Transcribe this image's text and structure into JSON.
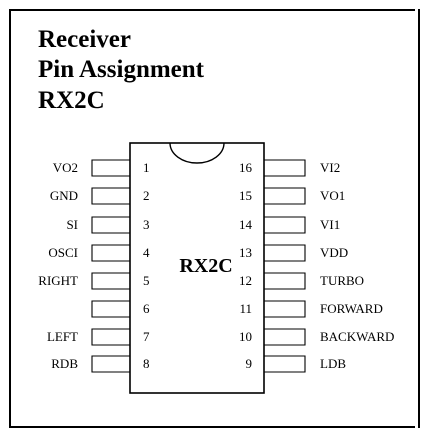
{
  "title": {
    "line1": "Receiver",
    "line2": "Pin Assignment",
    "line3": "RX2C"
  },
  "chip": {
    "label": "RX2C",
    "left_pins": [
      {
        "number": "1",
        "name": "VO2"
      },
      {
        "number": "2",
        "name": "GND"
      },
      {
        "number": "3",
        "name": "SI"
      },
      {
        "number": "4",
        "name": "OSCI"
      },
      {
        "number": "5",
        "name": "RIGHT"
      },
      {
        "number": "6",
        "name": ""
      },
      {
        "number": "7",
        "name": "LEFT"
      },
      {
        "number": "8",
        "name": "RDB"
      }
    ],
    "right_pins": [
      {
        "number": "16",
        "name": "VI2"
      },
      {
        "number": "15",
        "name": "VO1"
      },
      {
        "number": "14",
        "name": "VI1"
      },
      {
        "number": "13",
        "name": "VDD"
      },
      {
        "number": "12",
        "name": "TURBO"
      },
      {
        "number": "11",
        "name": "FORWARD"
      },
      {
        "number": "10",
        "name": "BACKWARD"
      },
      {
        "number": "9",
        "name": "LDB"
      }
    ]
  }
}
